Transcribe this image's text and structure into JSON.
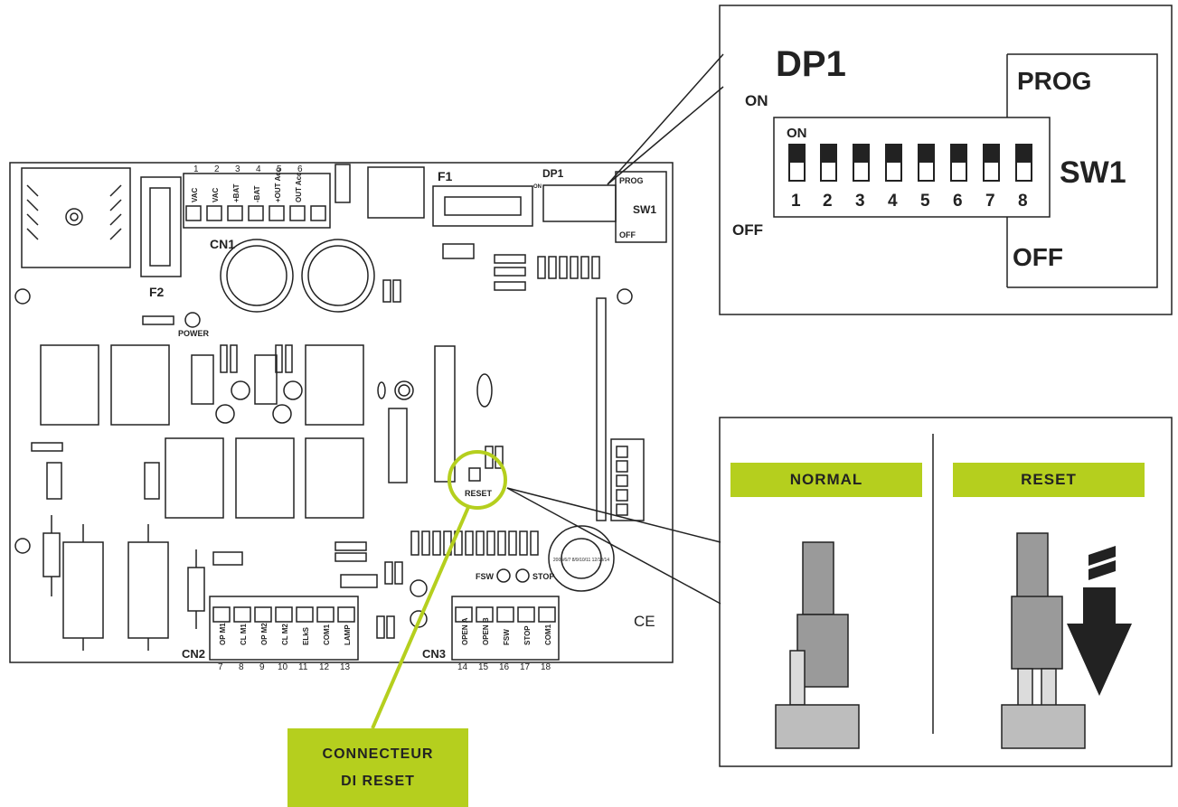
{
  "board": {
    "terminals_cn1": [
      "1",
      "2",
      "3",
      "4",
      "5",
      "6"
    ],
    "cn1_signals": [
      "VAC",
      "VAC",
      "+BAT",
      "-BAT",
      "+OUT Acc",
      "OUT Acc"
    ],
    "cn1_label": "CN1",
    "f1_label": "F1",
    "f2_label": "F2",
    "power_label": "POWER",
    "dp1_label": "DP1",
    "prog_label": "PROG",
    "sw1_label": "SW1",
    "off_label": "OFF",
    "on_label": "ON",
    "reset_label": "RESET",
    "fsw_label": "FSW",
    "stop_label": "STOP",
    "ce_mark": "CE",
    "cn2_label": "CN2",
    "cn2_signals": [
      "OP M1",
      "CL M1",
      "OP M2",
      "CL M2",
      "ELkS",
      "COM1",
      "LAMP"
    ],
    "cn2_numbers": [
      "7",
      "8",
      "9",
      "10",
      "11",
      "12",
      "13"
    ],
    "cn3_label": "CN3",
    "cn3_signals": [
      "OPEN A",
      "OPEN B",
      "FSW",
      "STOP",
      "COM1"
    ],
    "cn3_numbers": [
      "14",
      "15",
      "16",
      "17",
      "18"
    ],
    "date_wheel": "2005/6/7 8/9/10/11 12/13/14"
  },
  "dip_zoom": {
    "title": "DP1",
    "on_label": "ON",
    "off_label": "OFF",
    "inner_on": "ON",
    "prog_label": "PROG",
    "sw1_label": "SW1",
    "off_side_label": "OFF",
    "switch_numbers": [
      "1",
      "2",
      "3",
      "4",
      "5",
      "6",
      "7",
      "8"
    ]
  },
  "jumper_zoom": {
    "normal_label": "NORMAL",
    "reset_label": "RESET"
  },
  "callout": {
    "line1": "CONNECTEUR",
    "line2": "DI RESET"
  },
  "colors": {
    "accent": "#b5cf1e",
    "ink": "#222222"
  }
}
